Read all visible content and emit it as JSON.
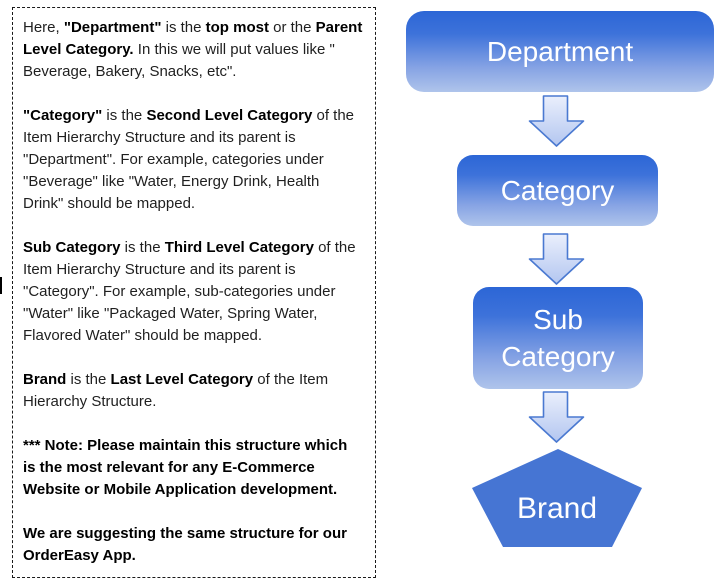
{
  "description_panel": {
    "paragraphs": [
      {
        "segments": [
          {
            "text": "Here, ",
            "bold": false
          },
          {
            "text": "\"Department\"",
            "bold": true
          },
          {
            "text": " is the ",
            "bold": false
          },
          {
            "text": "top most",
            "bold": true
          },
          {
            "text": " or the ",
            "bold": false
          },
          {
            "text": "Parent Level Category.",
            "bold": true
          },
          {
            "text": " In this we will put values like \" Beverage, Bakery, Snacks, etc\".",
            "bold": false
          }
        ]
      },
      {
        "segments": [
          {
            "text": "\"Category\"",
            "bold": true
          },
          {
            "text": " is the ",
            "bold": false
          },
          {
            "text": "Second Level Category",
            "bold": true
          },
          {
            "text": " of the Item Hierarchy Structure and its parent is \"Department\". For example, categories under \"Beverage\" like \"Water, Energy Drink, Health Drink\" should be mapped.",
            "bold": false
          }
        ]
      },
      {
        "segments": [
          {
            "text": "Sub Category",
            "bold": true
          },
          {
            "text": " is the ",
            "bold": false
          },
          {
            "text": "Third Level Category",
            "bold": true
          },
          {
            "text": " of the Item Hierarchy Structure and its parent is \"Category\". For example, sub-categories under \"Water\" like \"Packaged Water, Spring Water, Flavored Water\" should be mapped.",
            "bold": false
          }
        ]
      },
      {
        "segments": [
          {
            "text": "Brand",
            "bold": true
          },
          {
            "text": " is the ",
            "bold": false
          },
          {
            "text": "Last Level Category",
            "bold": true
          },
          {
            "text": " of the Item Hierarchy Structure.",
            "bold": false
          }
        ]
      },
      {
        "segments": [
          {
            "text": "*** Note: Please maintain this structure which is the most relevant for any E-Commerce Website or Mobile Application development.",
            "bold": true
          }
        ]
      },
      {
        "segments": [
          {
            "text": "We are suggesting the same structure for our OrderEasy App.",
            "bold": true
          }
        ]
      }
    ]
  },
  "diagram": {
    "nodes": [
      {
        "id": "department",
        "label": "Department",
        "shape": "rounded-rectangle"
      },
      {
        "id": "category",
        "label": "Category",
        "shape": "rounded-rectangle"
      },
      {
        "id": "sub-category",
        "label": "Sub Category",
        "shape": "rounded-rectangle"
      },
      {
        "id": "brand",
        "label": "Brand",
        "shape": "pentagon"
      }
    ],
    "connectors": [
      {
        "type": "down-arrow"
      },
      {
        "type": "down-arrow"
      },
      {
        "type": "down-arrow"
      }
    ],
    "colors": {
      "node_gradient_top": "#2C66D6",
      "node_gradient_bottom": "#AFC4EB",
      "arrow_fill_top": "#EAEFFC",
      "arrow_fill_bottom": "#B3C6F0",
      "arrow_stroke": "#4A79D1",
      "pentagon_fill": "#4675D3",
      "label_color": "#FFFFFF"
    }
  }
}
